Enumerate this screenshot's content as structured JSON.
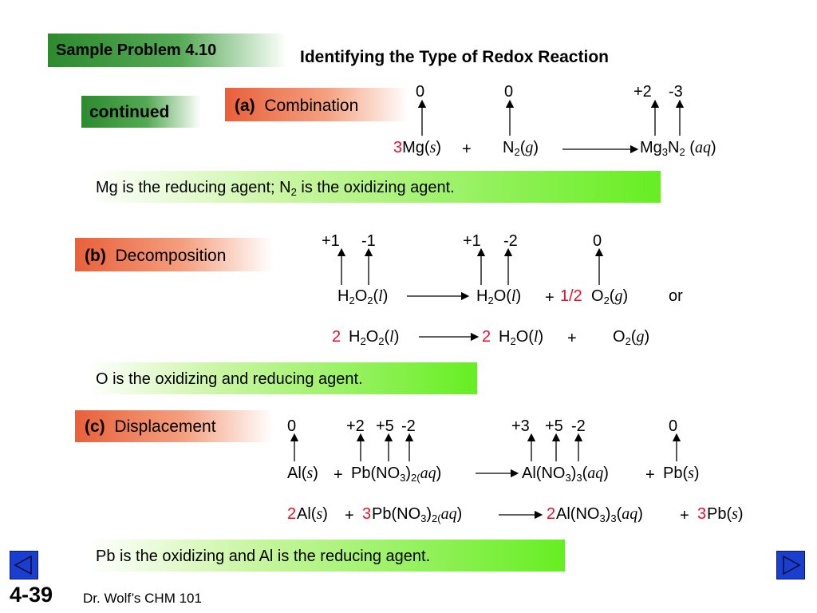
{
  "header": {
    "sample_problem": "Sample Problem 4.10",
    "title": "Identifying the Type of Redox Reaction",
    "continued": "continued"
  },
  "part_a": {
    "letter": "(a)",
    "type": "Combination",
    "ox": [
      "0",
      "0",
      "+2",
      "-3"
    ],
    "eq": {
      "coef1": "3",
      "reactant1": "Mg(",
      "state1": "s",
      "close1": ")",
      "plus": "+",
      "r2": "N",
      "r2_sub": "2",
      "r2_open": "(",
      "r2_state": "g",
      "r2_close": ")",
      "p1": "Mg",
      "p1_sub1": "3",
      "p1_mid": "N",
      "p1_sub2": "2",
      "p1_open": " (",
      "p1_state": "aq",
      "p1_close": ")"
    },
    "statement_part1": "Mg is the reducing agent;  N",
    "statement_sub": "2",
    "statement_part2": " is the oxidizing agent."
  },
  "part_b": {
    "letter": "(b)",
    "type": "Decomposition",
    "ox": [
      "+1",
      "-1",
      "+1",
      "-2",
      "0"
    ],
    "or": "or",
    "coef_half": "1/2",
    "coef2": "2",
    "plus": "+",
    "statement": "O is the oxidizing and reducing agent."
  },
  "part_c": {
    "letter": "(c)",
    "type": "Displacement",
    "ox": [
      "0",
      "+2",
      "+5",
      "-2",
      "+3",
      "+5",
      "-2",
      "0"
    ],
    "coef2": "2",
    "coef3": "3",
    "plus": "+",
    "statement": "Pb is the oxidizing and Al is the reducing agent."
  },
  "footer": {
    "slide_number": "4-39",
    "course": "Dr. Wolf’s CHM 101"
  },
  "nav": {
    "prev_icon": "triangle-left-icon",
    "next_icon": "triangle-right-icon",
    "color": "#1a3fd0"
  }
}
